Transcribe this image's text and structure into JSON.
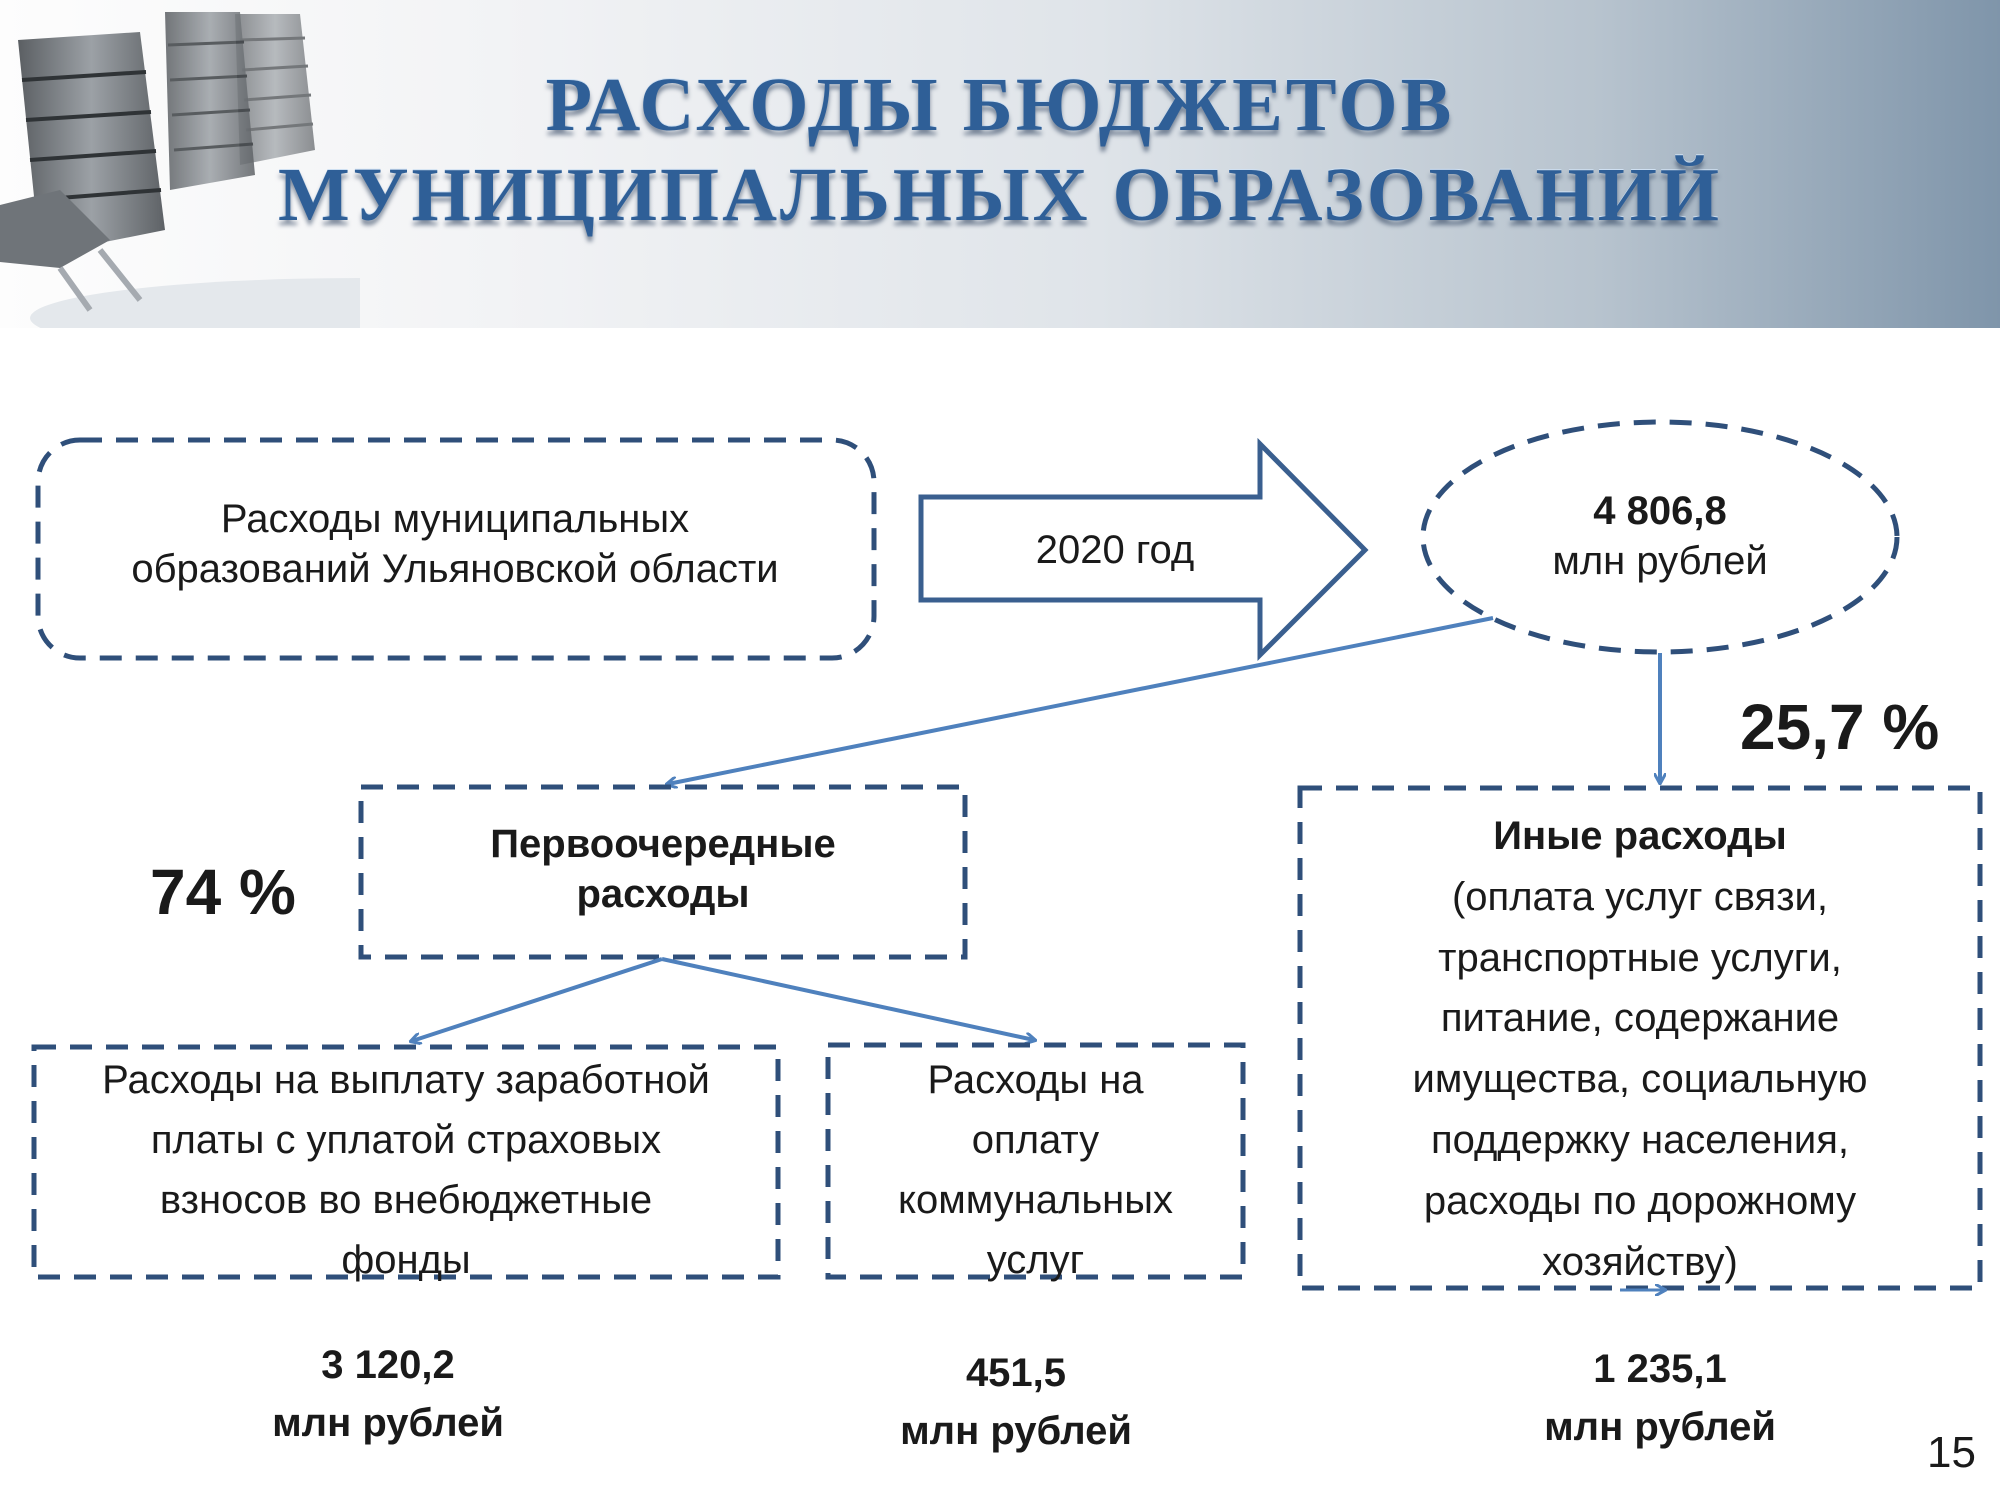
{
  "title": {
    "line1": "РАСХОДЫ БЮДЖЕТОВ",
    "line2": "МУНИЦИПАЛЬНЫХ ОБРАЗОВАНИЙ"
  },
  "source": {
    "line1": "Расходы муниципальных",
    "line2": "образований Ульяновской области"
  },
  "year_label": "2020 год",
  "total": {
    "value": "4 806,8",
    "unit": "млн рублей"
  },
  "priority": {
    "title_line1": "Первоочередные",
    "title_line2": "расходы",
    "share": "74 %"
  },
  "other": {
    "title": "Иные расходы",
    "desc_lines": [
      "(оплата услуг связи,",
      "транспортные услуги,",
      "питание, содержание",
      "имущества, социальную",
      "поддержку населения,",
      "расходы по дорожному",
      "хозяйству)"
    ],
    "share": "25,7 %",
    "value": "1 235,1",
    "unit": "млн рублей"
  },
  "salary": {
    "lines": [
      "Расходы на выплату заработной",
      "платы с уплатой страховых",
      "взносов во внебюджетные",
      "фонды"
    ],
    "value": "3 120,2",
    "unit": "млн рублей"
  },
  "utilities": {
    "lines": [
      "Расходы на",
      "оплату",
      "коммунальных",
      "услуг"
    ],
    "value": "451,5",
    "unit": "млн рублей"
  },
  "page_number": "15"
}
